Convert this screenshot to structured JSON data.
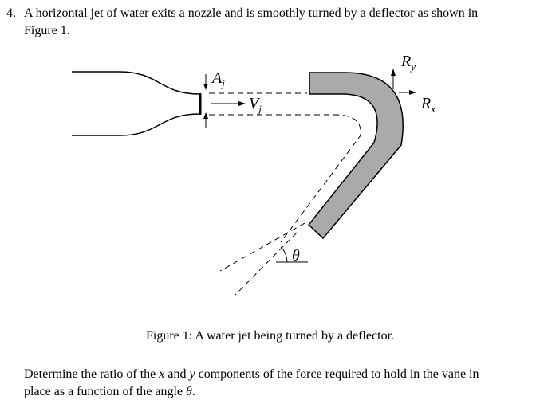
{
  "problem": {
    "number": "4.",
    "text_line1": "A horizontal jet of water exits a nozzle and is smoothly turned by a deflector as shown in",
    "text_line2": "Figure 1."
  },
  "figure": {
    "labels": {
      "area": "A",
      "area_sub": "j",
      "velocity": "V",
      "velocity_sub": "j",
      "reaction_y": "R",
      "reaction_y_sub": "y",
      "reaction_x": "R",
      "reaction_x_sub": "x",
      "angle": "θ"
    },
    "vane_fill": "#aaaaaa",
    "caption": "Figure 1: A water jet being turned by a deflector."
  },
  "question": {
    "part1": "Determine the ratio of the",
    "var_x": "x",
    "and": "and",
    "var_y": "y",
    "part2": "components of the force required to hold in the vane in",
    "part3": "place as a function of the angle",
    "angle": "θ",
    "end": "."
  }
}
